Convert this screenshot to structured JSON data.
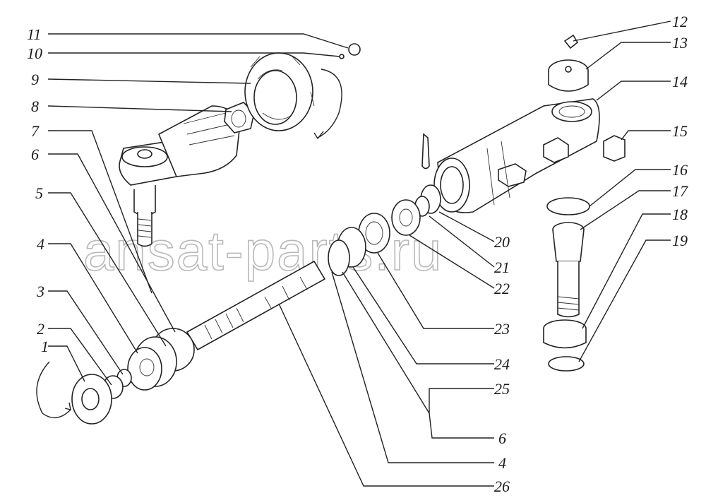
{
  "diagram": {
    "watermark": "ansat-parts.ru",
    "callouts": [
      "11",
      "10",
      "9",
      "8",
      "7",
      "6",
      "5",
      "4",
      "3",
      "2",
      "1",
      "12",
      "13",
      "14",
      "15",
      "16",
      "17",
      "18",
      "19",
      "20",
      "21",
      "22",
      "23",
      "24",
      "25",
      "6",
      "4",
      "26"
    ]
  }
}
